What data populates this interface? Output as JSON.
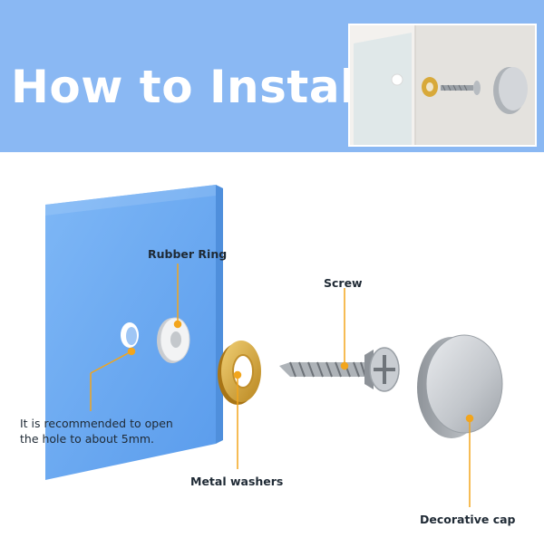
{
  "banner": {
    "title": "How to Install",
    "background_color": "#8ab8f3"
  },
  "photo": {
    "icons": [
      "washer-icon",
      "screw-icon",
      "cap-icon"
    ]
  },
  "labels": {
    "rubber_ring": "Rubber Ring",
    "screw": "Screw",
    "metal_washers": "Metal washers",
    "decorative_cap": "Decorative cap",
    "hole_note_line1": "It is recommended to open",
    "hole_note_line2": "the hole to about 5mm."
  },
  "colors": {
    "glass_panel": "#6aa9f2",
    "leader_line": "#f2a51c",
    "washer_gold": "#d8a93a",
    "cap_silver": "#c7cbd0"
  }
}
